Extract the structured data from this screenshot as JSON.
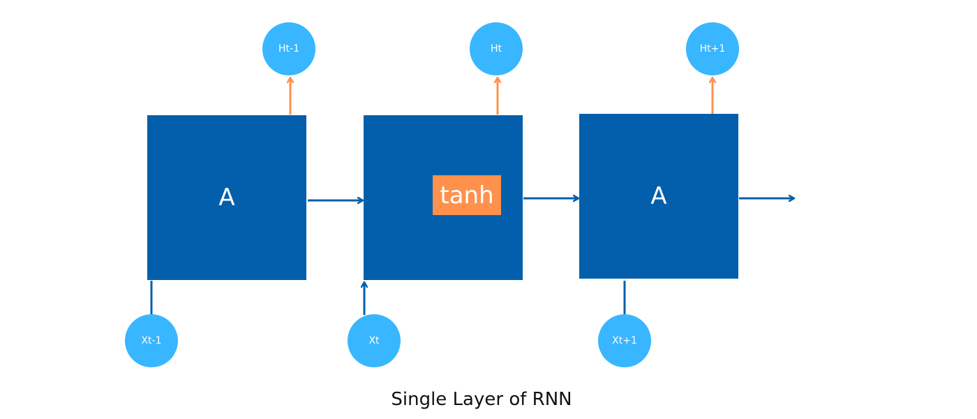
{
  "diagram": {
    "caption": "Single Layer of RNN",
    "cells": [
      {
        "label": "A"
      },
      {
        "label": ""
      },
      {
        "label": "A"
      }
    ],
    "activation": {
      "label": "tanh"
    },
    "outputs": [
      "Ht-1",
      "Ht",
      "Ht+1"
    ],
    "inputs": [
      "Xt-1",
      "Xt",
      "Xt+1"
    ]
  },
  "colors": {
    "cell": "#035fac",
    "node": "#38b6ff",
    "activation": "#ff914d",
    "recurrent_arrow": "#035fac",
    "output_arrow": "#ff914d"
  }
}
